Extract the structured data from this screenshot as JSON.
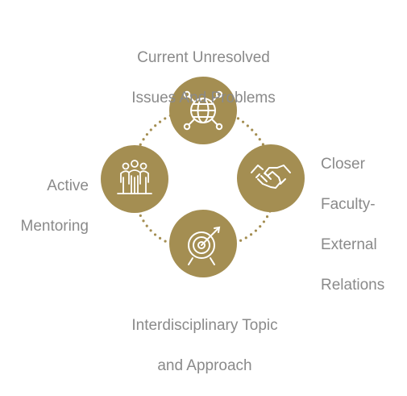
{
  "colors": {
    "circle": "#a48e52",
    "icon": "#ffffff",
    "dots": "#a48e52",
    "text": "#8a8a8a"
  },
  "nodes": [
    {
      "id": "top",
      "icon": "globe-network-icon",
      "label_lines": [
        "Current Unresolved",
        "Issues And Problems"
      ]
    },
    {
      "id": "right",
      "icon": "handshake-icon",
      "label_lines": [
        "Closer",
        "Faculty-",
        "External",
        "Relations"
      ]
    },
    {
      "id": "bottom",
      "icon": "target-arrow-icon",
      "label_lines": [
        "Interdisciplinary Topic",
        "and Approach"
      ]
    },
    {
      "id": "left",
      "icon": "people-group-icon",
      "label_lines": [
        "Active",
        "Mentoring"
      ]
    }
  ]
}
